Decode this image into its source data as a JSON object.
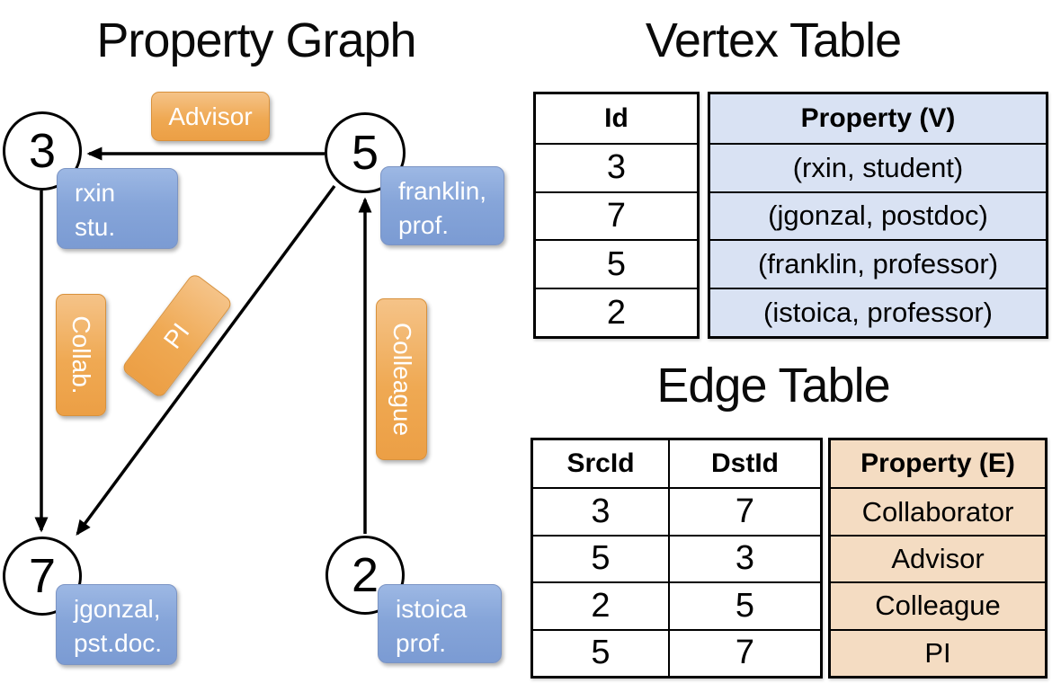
{
  "titles": {
    "graph": "Property Graph",
    "vertex_table": "Vertex Table",
    "edge_table": "Edge Table"
  },
  "graph": {
    "vertices": [
      {
        "id": "3",
        "label_line1": "rxin",
        "label_line2": "stu."
      },
      {
        "id": "5",
        "label_line1": "franklin,",
        "label_line2": "prof."
      },
      {
        "id": "7",
        "label_line1": "jgonzal,",
        "label_line2": "pst.doc."
      },
      {
        "id": "2",
        "label_line1": "istoica",
        "label_line2": "prof."
      }
    ],
    "edge_labels": [
      {
        "label": "Advisor"
      },
      {
        "label": "Collab."
      },
      {
        "label": "PI"
      },
      {
        "label": "Colleague"
      }
    ],
    "edges": [
      {
        "from": "5",
        "to": "3",
        "label": "Advisor"
      },
      {
        "from": "3",
        "to": "7",
        "label": "Collab."
      },
      {
        "from": "5",
        "to": "7",
        "label": "PI"
      },
      {
        "from": "2",
        "to": "5",
        "label": "Colleague"
      }
    ]
  },
  "vertex_table": {
    "columns": {
      "id": "Id",
      "property": "Property (V)"
    },
    "rows": [
      {
        "id": "3",
        "property": "(rxin, student)"
      },
      {
        "id": "7",
        "property": "(jgonzal, postdoc)"
      },
      {
        "id": "5",
        "property": "(franklin, professor)"
      },
      {
        "id": "2",
        "property": "(istoica, professor)"
      }
    ]
  },
  "edge_table": {
    "columns": {
      "src": "SrcId",
      "dst": "DstId",
      "property": "Property (E)"
    },
    "rows": [
      {
        "src": "3",
        "dst": "7",
        "property": "Collaborator"
      },
      {
        "src": "5",
        "dst": "3",
        "property": "Advisor"
      },
      {
        "src": "2",
        "dst": "5",
        "property": "Colleague"
      },
      {
        "src": "5",
        "dst": "7",
        "property": "PI"
      }
    ]
  },
  "colors": {
    "node_box_fill": "#7b9bd3",
    "edge_label_fill": "#efa953",
    "vertex_cell_fill": "#d9e2f3",
    "edge_cell_fill": "#f4dcc2",
    "line": "#000000"
  }
}
